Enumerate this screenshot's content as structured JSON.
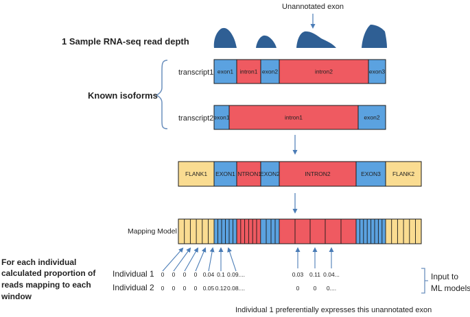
{
  "top_annotation": "Unannotated exon",
  "read_depth_label": "1 Sample RNA-seq read depth",
  "known_isoforms_label": "Known isoforms",
  "transcript1": {
    "label": "transcript1",
    "segments": [
      {
        "text": "exon1",
        "kind": "exon"
      },
      {
        "text": "intron1",
        "kind": "intron"
      },
      {
        "text": "exon2",
        "kind": "exon"
      },
      {
        "text": "intron2",
        "kind": "intron"
      },
      {
        "text": "exon3",
        "kind": "exon"
      }
    ]
  },
  "transcript2": {
    "label": "transcript2",
    "segments": [
      {
        "text": "exon1",
        "kind": "exon"
      },
      {
        "text": "intron1",
        "kind": "intron"
      },
      {
        "text": "exon2",
        "kind": "exon"
      }
    ]
  },
  "combined": {
    "segments": [
      {
        "text": "FLANK1",
        "kind": "flank"
      },
      {
        "text": "EXON1",
        "kind": "exon"
      },
      {
        "text": "INTRON1",
        "kind": "intron"
      },
      {
        "text": "EXON2",
        "kind": "exon"
      },
      {
        "text": "INTRON2",
        "kind": "intron"
      },
      {
        "text": "EXON3",
        "kind": "exon"
      },
      {
        "text": "FLANK2",
        "kind": "flank"
      }
    ]
  },
  "mapping_model_label": "Mapping Model",
  "left_description": [
    "For each individual",
    "calculated proportion of",
    "reads mapping to each",
    "window"
  ],
  "individuals": [
    {
      "label": "Individual 1",
      "left_values": [
        "0",
        "0",
        "0",
        "0",
        "0.04",
        "0.1",
        "0.09...."
      ],
      "mid_values": [
        "0.03",
        "0.11",
        "0.04..."
      ]
    },
    {
      "label": "Individual 2",
      "left_values": [
        "0",
        "0",
        "0",
        "0",
        "0.05",
        "0.12",
        "0.08...."
      ],
      "mid_values": [
        "0",
        "0",
        "0...."
      ]
    }
  ],
  "input_label": [
    "Input to",
    "ML models"
  ],
  "bottom_note": "Individual 1 preferentially expresses this unannotated exon",
  "colors": {
    "exon": "#5ba2e0",
    "intron": "#ef5a61",
    "flank": "#fadc91",
    "peak": "#2f5f94",
    "arrow": "#4a7cb6",
    "brace": "#6a8fbd"
  }
}
